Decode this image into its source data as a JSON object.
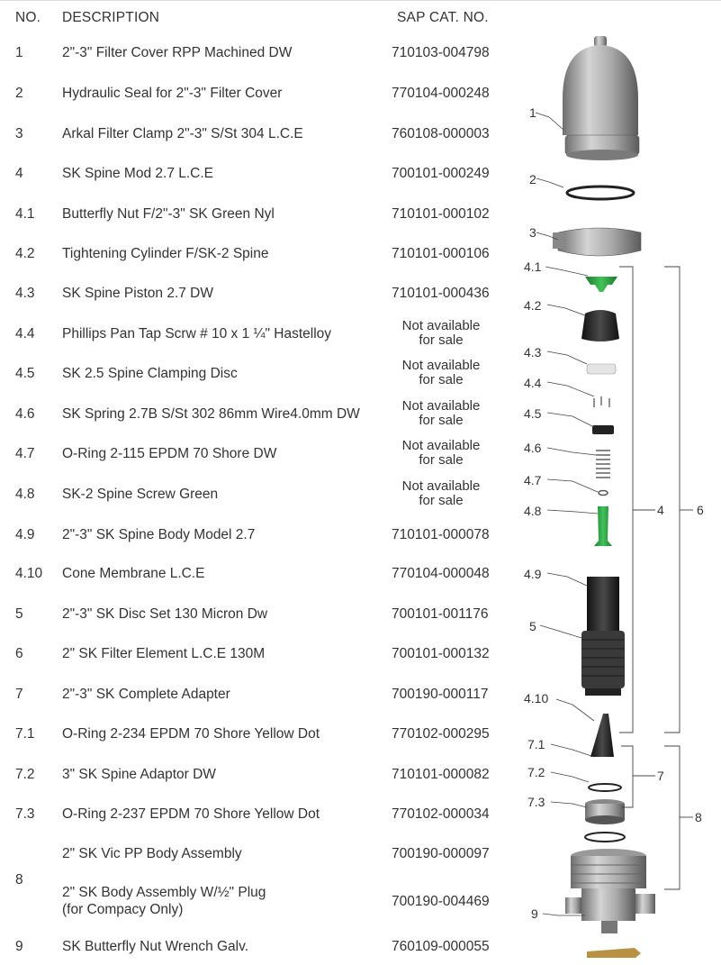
{
  "headers": {
    "no": "NO.",
    "description": "DESCRIPTION",
    "sap": "SAP CAT. NO."
  },
  "rows": [
    {
      "no": "1",
      "description": "2\"-3\" Filter Cover RPP Machined DW",
      "sap": "710103-004798"
    },
    {
      "no": "2",
      "description": "Hydraulic Seal for 2\"-3\" Filter Cover",
      "sap": "770104-000248"
    },
    {
      "no": "3",
      "description": "Arkal Filter Clamp 2\"-3\" S/St 304 L.C.E",
      "sap": "760108-000003"
    },
    {
      "no": "4",
      "description": "SK Spine Mod 2.7 L.C.E",
      "sap": "700101-000249"
    },
    {
      "no": "4.1",
      "description": "Butterfly Nut F/2\"-3\" SK Green Nyl",
      "sap": "710101-000102"
    },
    {
      "no": "4.2",
      "description": "Tightening Cylinder F/SK-2 Spine",
      "sap": "710101-000106"
    },
    {
      "no": "4.3",
      "description": "SK Spine Piston 2.7 DW",
      "sap": "710101-000436"
    },
    {
      "no": "4.4",
      "description": "Phillips Pan Tap Scrw # 10 x 1 ¼\" Hastelloy",
      "sap1": "Not available",
      "sap2": "for sale"
    },
    {
      "no": "4.5",
      "description": "SK 2.5 Spine Clamping Disc",
      "sap1": "Not available",
      "sap2": "for sale"
    },
    {
      "no": "4.6",
      "description": "SK Spring 2.7B S/St 302 86mm Wire4.0mm DW",
      "sap1": "Not available",
      "sap2": "for sale"
    },
    {
      "no": "4.7",
      "description": "O-Ring 2-115 EPDM 70 Shore DW",
      "sap1": "Not available",
      "sap2": "for sale"
    },
    {
      "no": "4.8",
      "description": "SK-2 Spine Screw Green",
      "sap1": "Not available",
      "sap2": "for sale"
    },
    {
      "no": "4.9",
      "description": "2\"-3\" SK Spine Body Model 2.7",
      "sap": "710101-000078"
    },
    {
      "no": "4.10",
      "description": "Cone Membrane L.C.E",
      "sap": "770104-000048"
    },
    {
      "no": "5",
      "description": "2\"-3\" SK Disc Set 130 Micron Dw",
      "sap": "700101-001176"
    },
    {
      "no": "6",
      "description": "2\" SK Filter  Element L.C.E 130M",
      "sap": "700101-000132"
    },
    {
      "no": "7",
      "description": "2\"-3\" SK Complete Adapter",
      "sap": "700190-000117"
    },
    {
      "no": "7.1",
      "description": "O-Ring 2-234 EPDM 70 Shore Yellow Dot",
      "sap": "770102-000295"
    },
    {
      "no": "7.2",
      "description": "3\" SK Spine Adaptor DW",
      "sap": "710101-000082"
    },
    {
      "no": "7.3",
      "description": "O-Ring 2-237 EPDM 70 Shore Yellow Dot",
      "sap": "770102-000034"
    },
    {
      "no": "",
      "description": "2\" SK Vic PP Body Assembly",
      "sap": "700190-000097"
    },
    {
      "no": "8",
      "description1": "2\" SK Body Assembly W/½\" Plug",
      "description2": "(for Compacy Only)",
      "sap": "700190-004469"
    },
    {
      "no": "9",
      "description": "SK Butterfly Nut Wrench Galv.",
      "sap": "760109-000055"
    }
  ],
  "diagram_labels": {
    "l1": "1",
    "l2": "2",
    "l3": "3",
    "l41": "4.1",
    "l42": "4.2",
    "l43": "4.3",
    "l44": "4.4",
    "l45": "4.5",
    "l46": "4.6",
    "l47": "4.7",
    "l48": "4.8",
    "l49": "4.9",
    "l5": "5",
    "l410": "4.10",
    "l71": "7.1",
    "l72": "7.2",
    "l73": "7.3",
    "b4": "4",
    "b6": "6",
    "b7": "7",
    "b8": "8",
    "l9": "9"
  },
  "colors": {
    "text": "#333333",
    "green_part": "#2a9d3a",
    "metal": "#a6a6a6",
    "dark_part": "#2b2b2b"
  }
}
